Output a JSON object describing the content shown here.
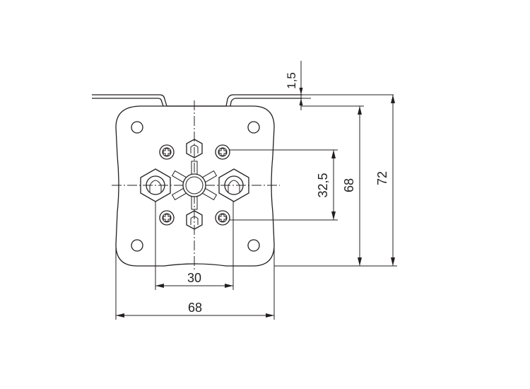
{
  "dimensions": {
    "thickness": "1,5",
    "height_outer": "72",
    "height_inner": "68",
    "terminal_spacing": "32,5",
    "width_inner": "30",
    "width_outer": "68"
  },
  "colors": {
    "line": "#231f20",
    "background": "#ffffff"
  }
}
